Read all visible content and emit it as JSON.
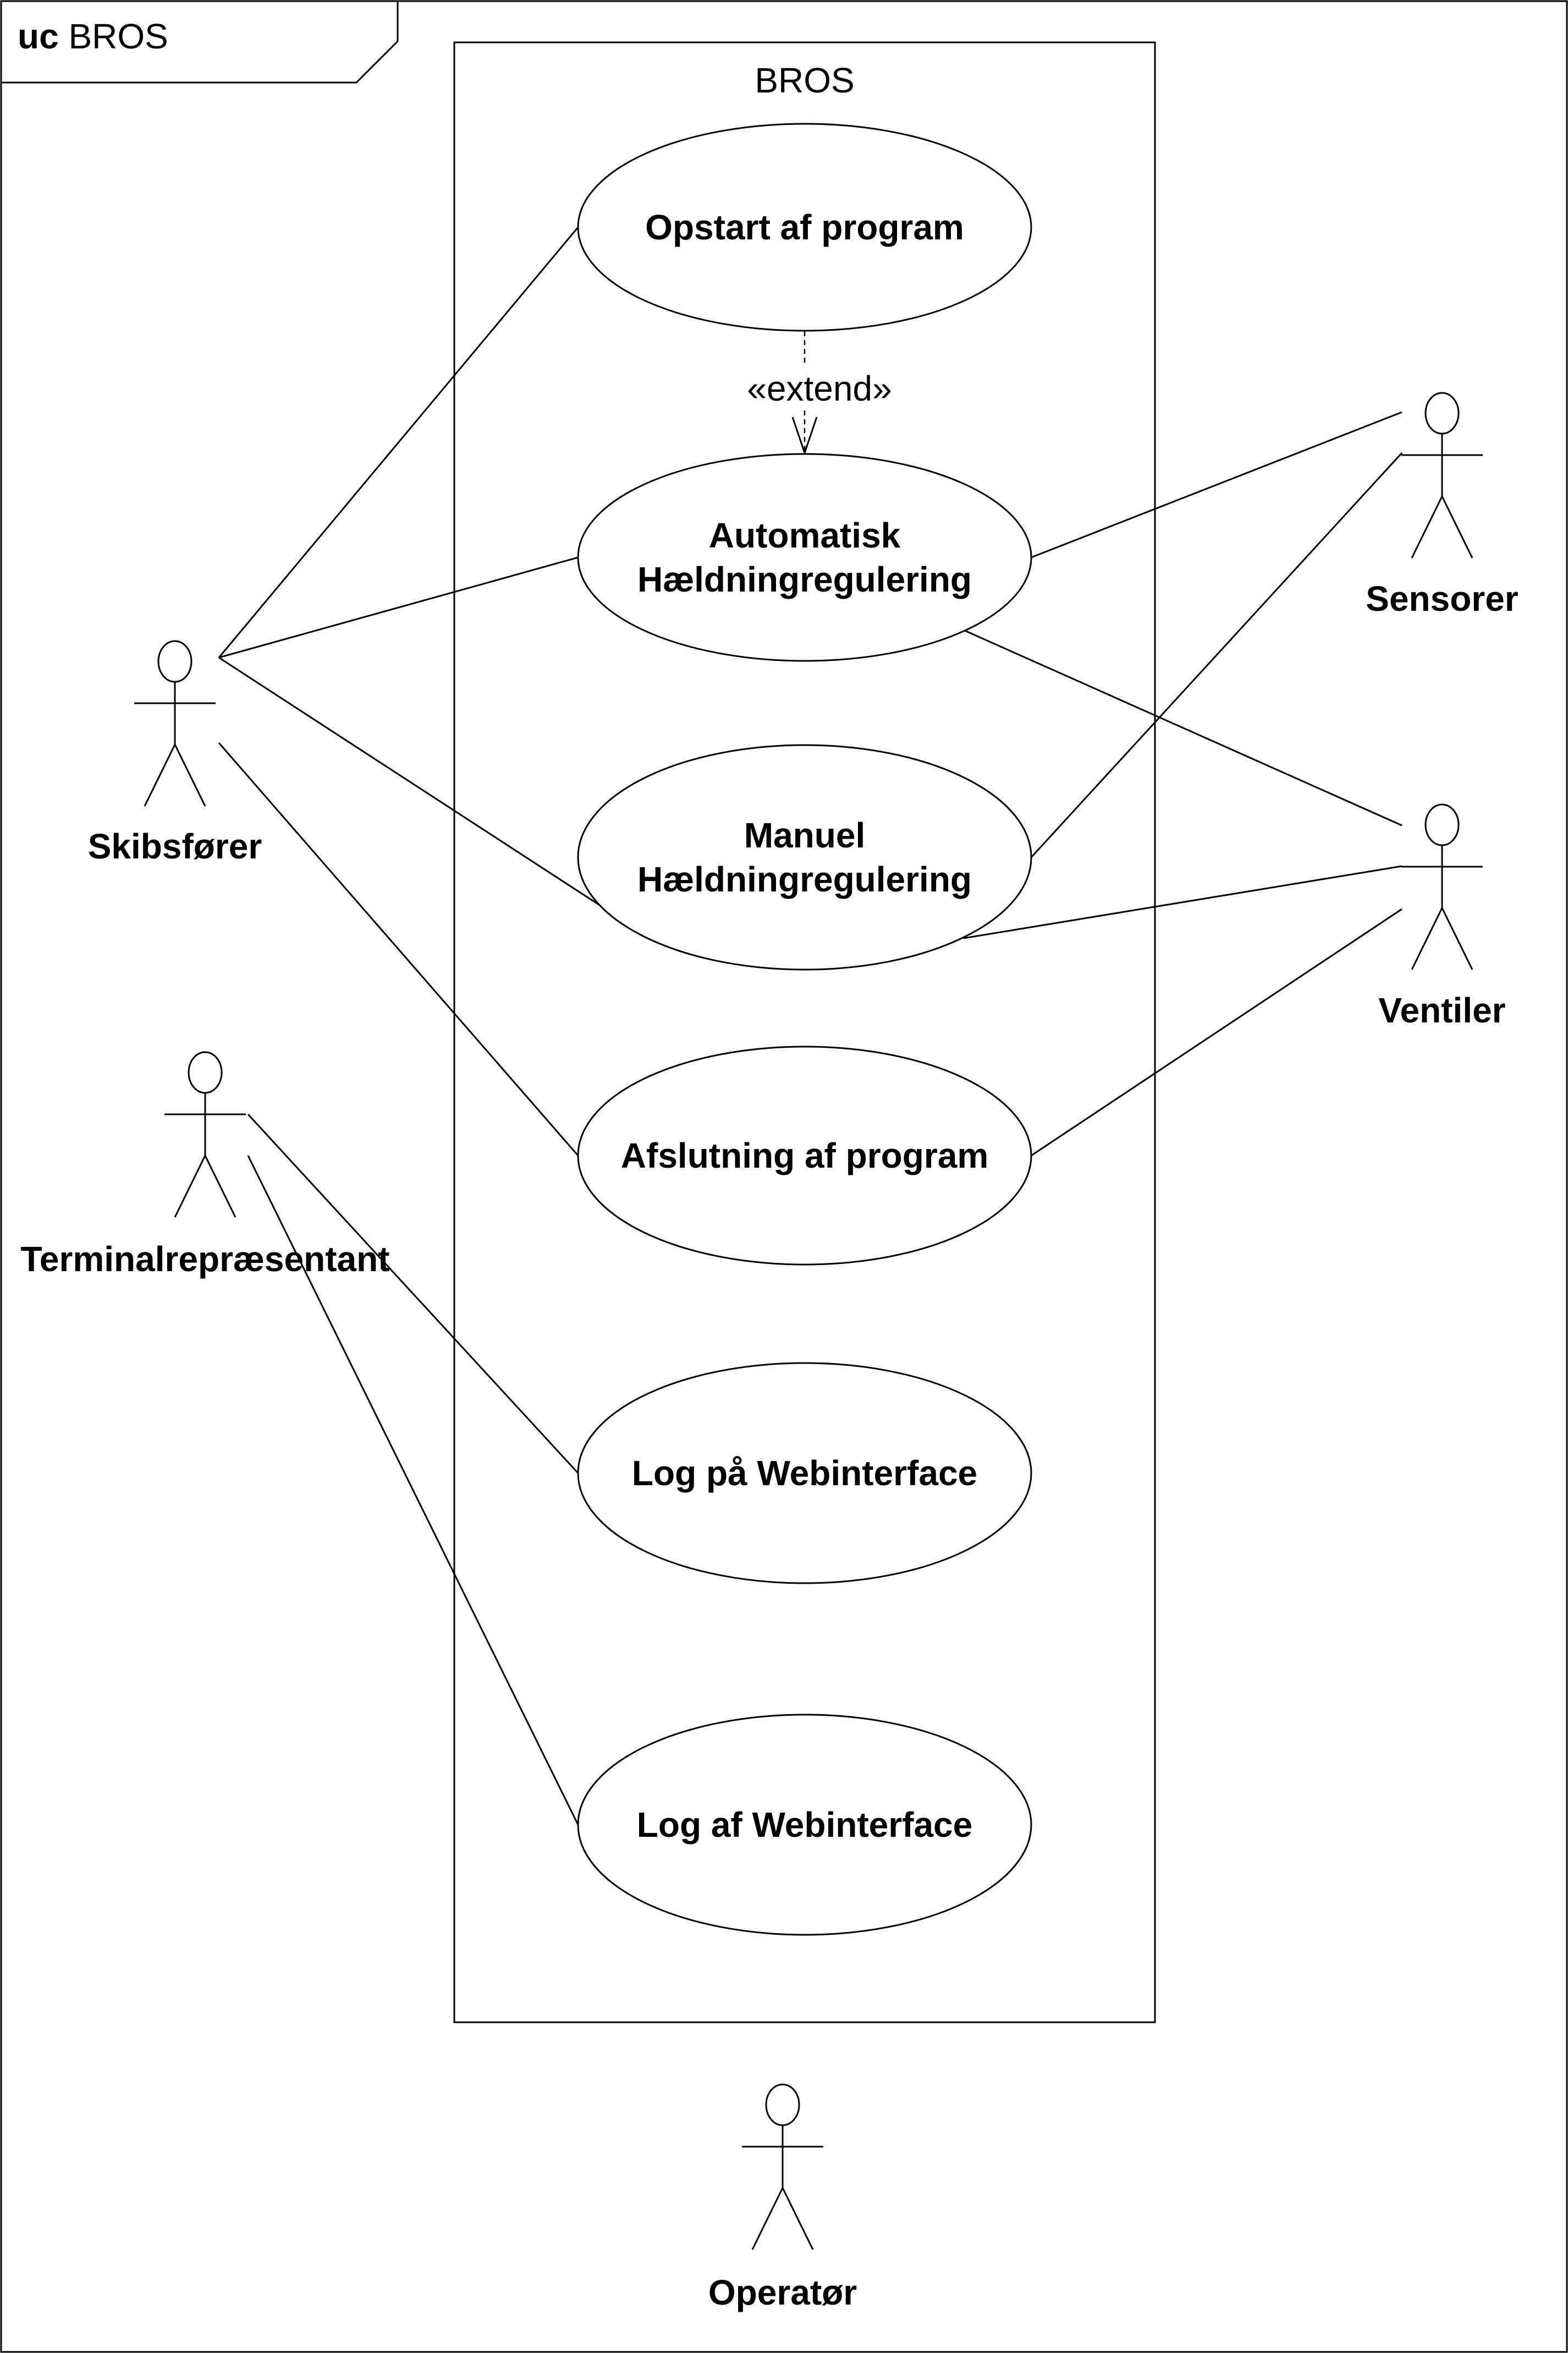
{
  "frame": {
    "keyword": "uc",
    "name": "BROS"
  },
  "system": {
    "name": "BROS"
  },
  "use_cases": [
    {
      "id": "opstart",
      "lines": [
        "Opstart af program"
      ]
    },
    {
      "id": "auto",
      "lines": [
        "Automatisk",
        "Hældningregulering"
      ]
    },
    {
      "id": "manuel",
      "lines": [
        "Manuel",
        "Hældningregulering"
      ]
    },
    {
      "id": "afslutning",
      "lines": [
        "Afslutning af program"
      ]
    },
    {
      "id": "logpaa",
      "lines": [
        "Log på Webinterface"
      ]
    },
    {
      "id": "logaf",
      "lines": [
        "Log af Webinterface"
      ]
    }
  ],
  "actors": [
    {
      "id": "skibsforer",
      "name": "Skibsfører"
    },
    {
      "id": "terminal",
      "name": "Terminalrepræsentant"
    },
    {
      "id": "sensorer",
      "name": "Sensorer"
    },
    {
      "id": "ventiler",
      "name": "Ventiler"
    },
    {
      "id": "operator",
      "name": "Operatør"
    }
  ],
  "relationships": [
    {
      "type": "extend",
      "from": "opstart",
      "to": "auto",
      "label": "«extend»"
    },
    {
      "type": "association",
      "from": "skibsforer",
      "to": "opstart"
    },
    {
      "type": "association",
      "from": "skibsforer",
      "to": "auto"
    },
    {
      "type": "association",
      "from": "skibsforer",
      "to": "manuel"
    },
    {
      "type": "association",
      "from": "skibsforer",
      "to": "afslutning"
    },
    {
      "type": "association",
      "from": "sensorer",
      "to": "auto"
    },
    {
      "type": "association",
      "from": "sensorer",
      "to": "manuel"
    },
    {
      "type": "association",
      "from": "ventiler",
      "to": "auto"
    },
    {
      "type": "association",
      "from": "ventiler",
      "to": "manuel"
    },
    {
      "type": "association",
      "from": "ventiler",
      "to": "afslutning"
    },
    {
      "type": "association",
      "from": "terminal",
      "to": "logpaa"
    },
    {
      "type": "association",
      "from": "terminal",
      "to": "logaf"
    }
  ]
}
